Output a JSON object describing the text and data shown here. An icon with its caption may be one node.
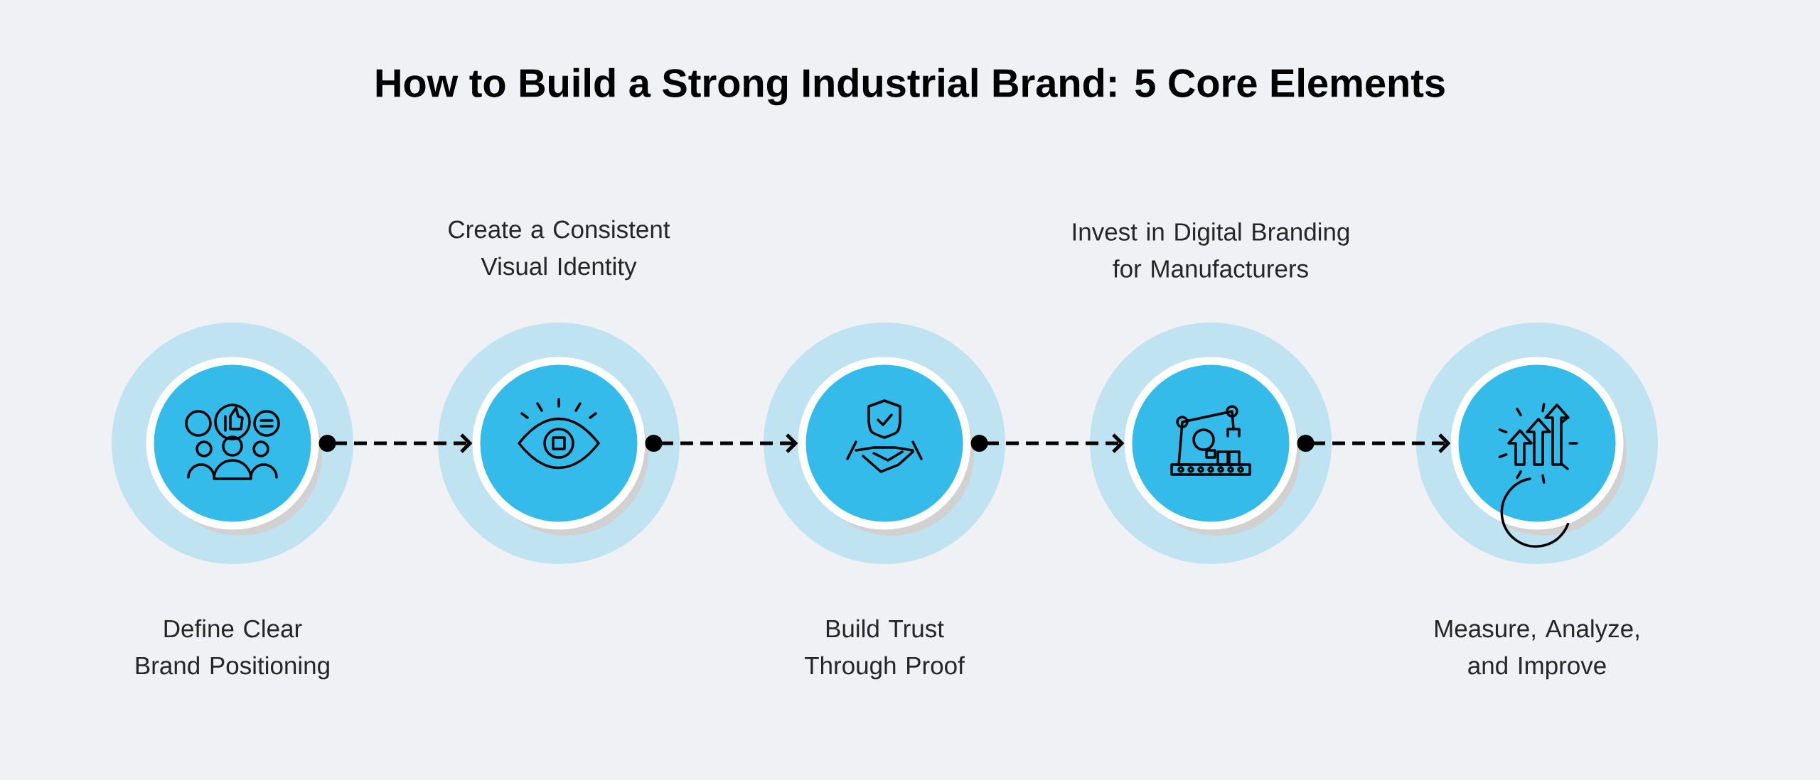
{
  "diagram": {
    "title": "How to Build a Strong Industrial Brand: 5 Core Elements",
    "nodes": [
      {
        "text": [],
        "shape": "circle",
        "beside": [
          "Define Clear Brand Positioning"
        ]
      },
      {
        "text": [],
        "shape": "circle",
        "beside": [
          "Create a Consistent Visual Identity"
        ]
      },
      {
        "text": [],
        "shape": "circle",
        "beside": [
          "Build Trust Through Proof"
        ]
      },
      {
        "text": [],
        "shape": "circle",
        "beside": [
          "Invest in Digital Branding for Manufacturers"
        ]
      },
      {
        "text": [],
        "shape": "circle",
        "beside": [
          "Measure, Analyze, and Improve"
        ]
      }
    ],
    "edges": [
      {
        "from": 0,
        "to": 1,
        "arrow": "to"
      },
      {
        "from": 1,
        "to": 2,
        "arrow": "to"
      },
      {
        "from": 2,
        "to": 3,
        "arrow": "to"
      },
      {
        "from": 3,
        "to": 4,
        "arrow": "to"
      }
    ]
  }
}
